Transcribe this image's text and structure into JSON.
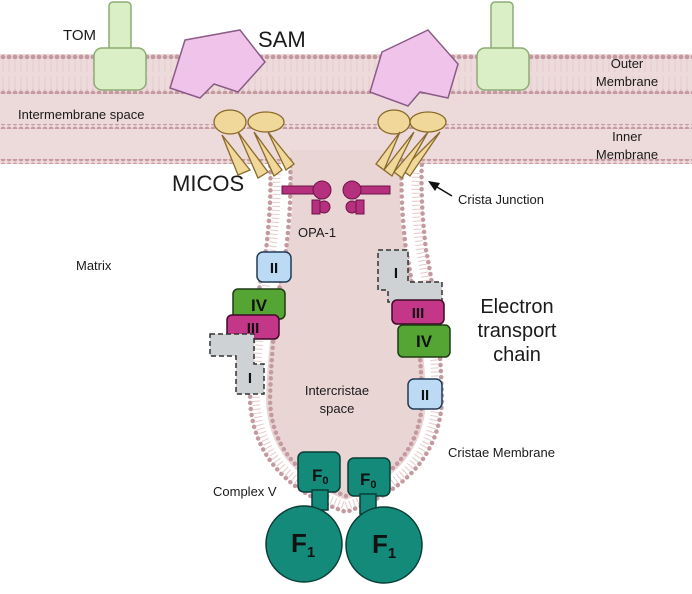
{
  "labels": {
    "tom": "TOM",
    "sam": "SAM",
    "outer_membrane": [
      "Outer",
      "Membrane"
    ],
    "inner_membrane": [
      "Inner",
      "Membrane"
    ],
    "intermembrane_space": "Intermembrane space",
    "micos": "MICOS",
    "crista_junction": "Crista Junction",
    "opa1": "OPA-1",
    "matrix": "Matrix",
    "etc": [
      "Electron",
      "transport",
      "chain"
    ],
    "intercristae_space": [
      "Intercristae",
      "space"
    ],
    "cristae_membrane": "Cristae Membrane",
    "complex_v": "Complex V"
  },
  "complexes": {
    "I": "I",
    "II": "II",
    "III": "III",
    "IV": "IV",
    "F0": "F",
    "F0_sub": "0",
    "F1": "F",
    "F1_sub": "1"
  },
  "colors": {
    "membrane_fill": "#eedadb",
    "lipid_head": "#c49aa0",
    "cytosol_interior": "#ead5d5",
    "tom": "#dbefc6",
    "sam": "#f0c4ea",
    "micos": "#f0d79a",
    "opa1": "#b5307d",
    "complex_I": "#cfd2d4",
    "complex_II": "#bcdaf4",
    "complex_III": "#c43687",
    "complex_IV": "#54a533",
    "atp_synthase": "#138a7a"
  }
}
